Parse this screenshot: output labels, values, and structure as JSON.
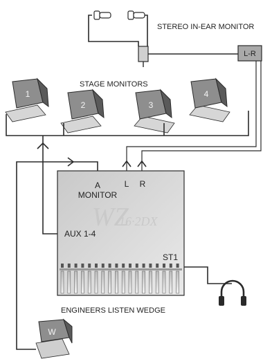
{
  "labels": {
    "stereo_iem": "STEREO IN-EAR MONITOR",
    "lr_box": "L-R",
    "stage_monitors": "STAGE MONITORS",
    "a_monitor_a": "A",
    "a_monitor_b": "MONITOR",
    "l": "L",
    "r": "R",
    "aux": "AUX 1-4",
    "st1": "ST1",
    "engineers_wedge": "ENGINEERS LISTEN WEDGE"
  },
  "mixer": {
    "brand": "WZ",
    "model": "16·2DX"
  },
  "wedges": [
    {
      "label": "1"
    },
    {
      "label": "2"
    },
    {
      "label": "3"
    },
    {
      "label": "4"
    }
  ],
  "engineer_wedge": {
    "label": "W"
  },
  "colors": {
    "wedge_face": "#8e8e8e",
    "wedge_side": "#5a5a5a",
    "mixer_body": "#d8d8d8",
    "ink": "#2a2a2a"
  }
}
